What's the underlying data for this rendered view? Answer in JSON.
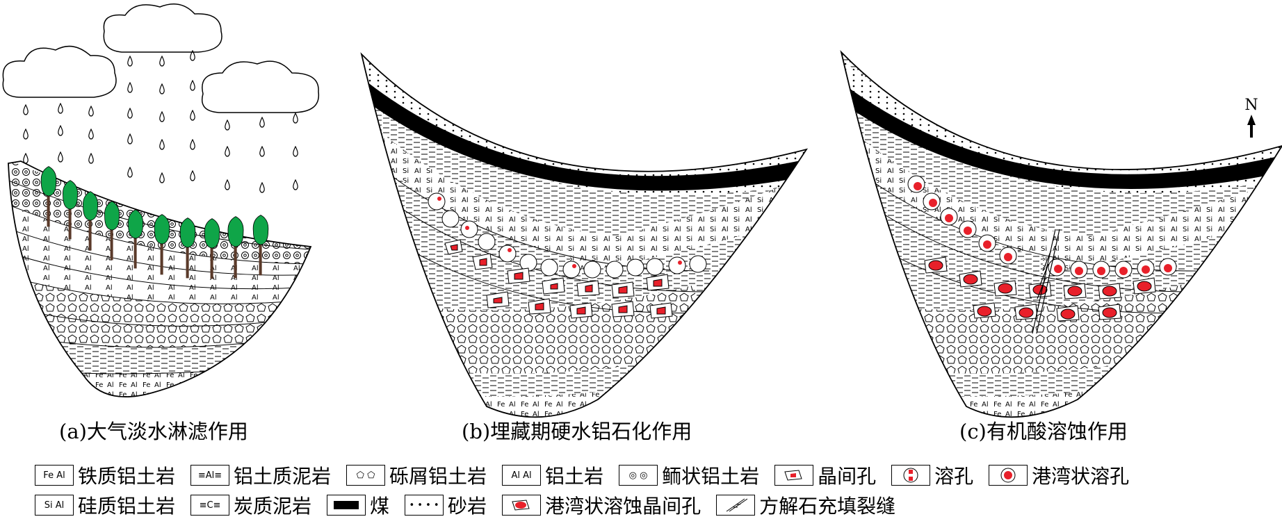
{
  "north_label": "N",
  "panels": [
    {
      "id": "a",
      "caption": "(a)大气淡水淋滤作用"
    },
    {
      "id": "b",
      "caption": "(b)埋藏期硬水铝石化作用"
    },
    {
      "id": "c",
      "caption": "(c)有机酸溶蚀作用"
    }
  ],
  "layer_marks": {
    "fe_al": [
      "Fe",
      "Al"
    ],
    "al_al": [
      "Al",
      "Al"
    ],
    "si_al": [
      "Si",
      "Al"
    ]
  },
  "legend": [
    {
      "symbol": "fe-al",
      "glyph": "Fe  Al",
      "label": "铁质铝土岩"
    },
    {
      "symbol": "al-mudstone",
      "glyph": "≡Al≡",
      "label": "铝土质泥岩"
    },
    {
      "symbol": "pentagon",
      "glyph": "⬠ ⬠",
      "label": "砾屑铝土岩"
    },
    {
      "symbol": "al-al",
      "glyph": "Al  Al",
      "label": "铝土岩"
    },
    {
      "symbol": "oolitic",
      "glyph": "◎ ◎",
      "label": "鲕状铝土岩"
    },
    {
      "symbol": "intercrystal",
      "glyph": "",
      "label": "晶间孔"
    },
    {
      "symbol": "dissolution-pore",
      "glyph": "",
      "label": "溶孔"
    },
    {
      "symbol": "embayed-pore",
      "glyph": "",
      "label": "港湾状溶孔"
    },
    {
      "symbol": "si-al",
      "glyph": "Si  Al",
      "label": "硅质铝土岩"
    },
    {
      "symbol": "c-mudstone",
      "glyph": "≡C≡",
      "label": "炭质泥岩"
    },
    {
      "symbol": "coal",
      "glyph": "",
      "label": "煤"
    },
    {
      "symbol": "sandstone",
      "glyph": "• • • •",
      "label": "砂岩"
    },
    {
      "symbol": "embayed-intercrystal",
      "glyph": "",
      "label": "港湾状溶蚀晶间孔"
    },
    {
      "symbol": "calcite-fracture",
      "glyph": "",
      "label": "方解石充填裂缝"
    }
  ],
  "colors": {
    "pore_red": "#e8202a",
    "tree_green": "#0fa548",
    "ink": "#000000"
  }
}
